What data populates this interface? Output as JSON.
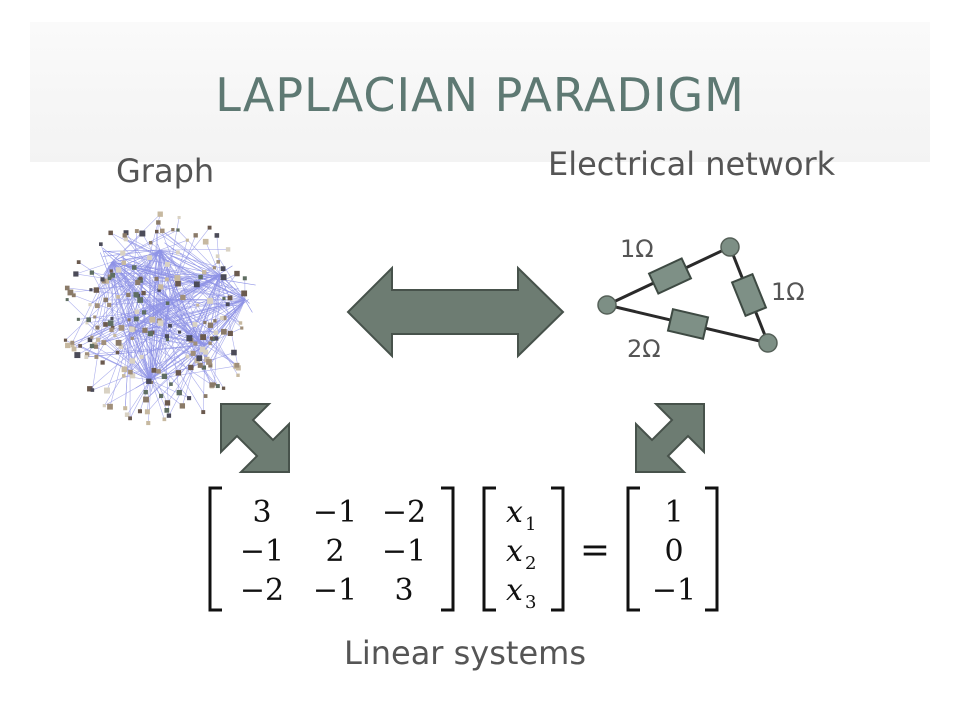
{
  "slide": {
    "title": "LAPLACIAN PARADIGM",
    "graph_label": "Graph",
    "electrical_label": "Electrical network",
    "linear_label": "Linear systems"
  },
  "network": {
    "resistor_top": "1Ω",
    "resistor_right": "1Ω",
    "resistor_bottom": "2Ω"
  },
  "equation": {
    "matrix": [
      [
        "3",
        "−1",
        "−2"
      ],
      [
        "−1",
        "2",
        "−1"
      ],
      [
        "−2",
        "−1",
        "3"
      ]
    ],
    "vars": [
      "x",
      "x",
      "x"
    ],
    "var_subs": [
      "1",
      "2",
      "3"
    ],
    "equals": "=",
    "rhs": [
      "1",
      "0",
      "−1"
    ]
  },
  "colors": {
    "title": "#5e7973",
    "arrow_fill": "#6d7c72",
    "arrow_stroke": "#47524b",
    "graph_edge": "#8f93e6",
    "circuit_node": "#7d8f85"
  }
}
